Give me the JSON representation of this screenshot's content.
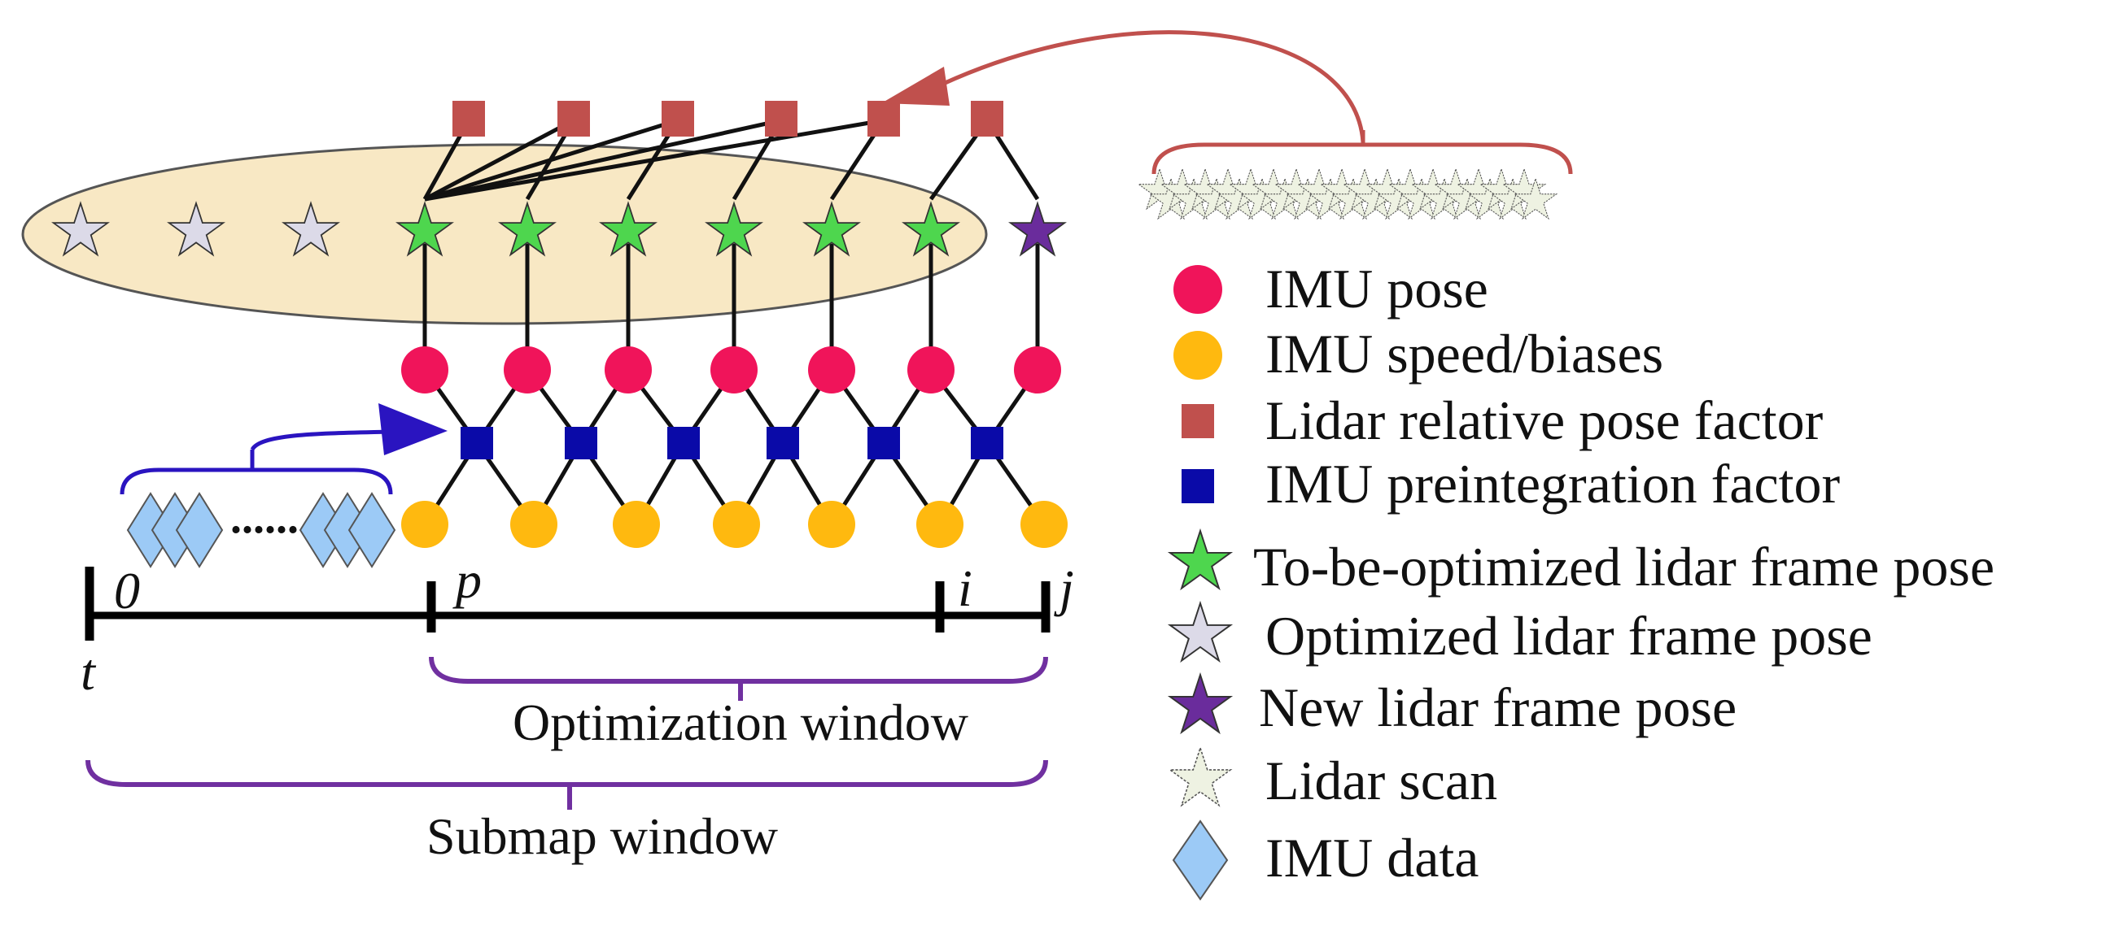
{
  "timeline": {
    "t_label": "t",
    "tick_labels": [
      "0",
      "p",
      "i",
      "j"
    ]
  },
  "windows": {
    "optimization": "Optimization window",
    "submap": "Submap window"
  },
  "imu_data_ellipsis": "......",
  "legend": [
    {
      "icon": "circle",
      "color": "#f0145a",
      "label": "IMU pose"
    },
    {
      "icon": "circle",
      "color": "#ffb90f",
      "label": "IMU speed/biases"
    },
    {
      "icon": "square",
      "color": "#c0504d",
      "label": "Lidar relative pose factor"
    },
    {
      "icon": "square",
      "color": "#0a0aa8",
      "label": "IMU preintegration factor"
    },
    {
      "icon": "star",
      "color": "#4ed64e",
      "label": "To-be-optimized lidar frame pose"
    },
    {
      "icon": "star",
      "color": "#dcdae8",
      "label": "Optimized lidar frame pose"
    },
    {
      "icon": "star",
      "color": "#6a2c9c",
      "label": "New lidar frame pose"
    },
    {
      "icon": "star",
      "color": "#eef2e2",
      "label": "Lidar scan"
    },
    {
      "icon": "diamond",
      "color": "#9ccaf6",
      "label": "IMU data"
    }
  ],
  "colors": {
    "imu_pose": "#f0145a",
    "imu_speed_biases": "#ffb90f",
    "lidar_factor": "#c0504d",
    "imu_factor": "#0a0aa8",
    "to_be_optimized": "#4ed64e",
    "optimized": "#dcdae8",
    "new_frame": "#6a2c9c",
    "lidar_scan": "#eef2e2",
    "imu_data": "#9ccaf6",
    "window_ellipse": "#f8e8c4",
    "purple_brace": "#7030a0",
    "blue_arrow": "#2a14c0",
    "red_arrow": "#c0504d"
  }
}
